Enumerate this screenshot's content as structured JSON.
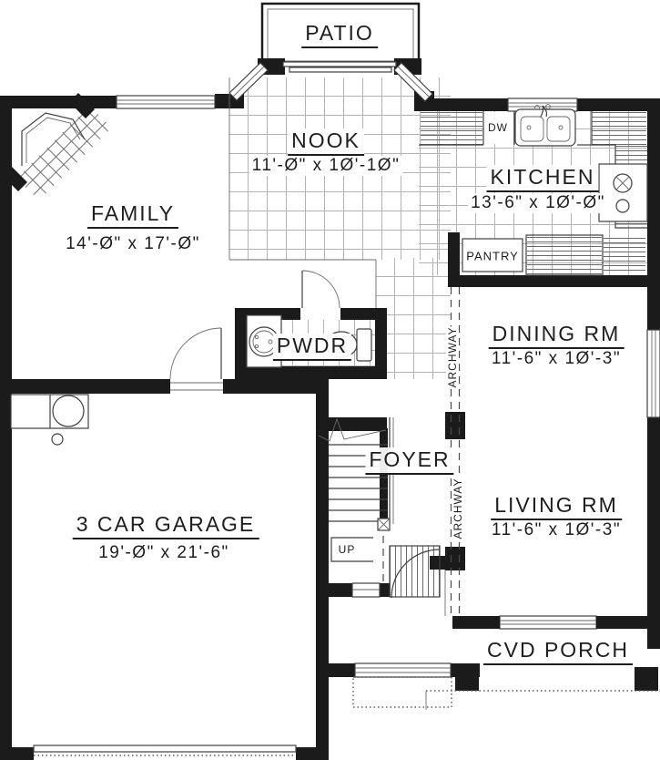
{
  "rooms": {
    "patio": {
      "name": "PATIO"
    },
    "nook": {
      "name": "NOOK",
      "dims": "11'-Ø\" x 1Ø'-1Ø\""
    },
    "kitchen": {
      "name": "KITCHEN",
      "dims": "13'-6\" x 1Ø'-Ø\""
    },
    "family": {
      "name": "FAMILY",
      "dims": "14'-Ø\" x 17'-Ø\""
    },
    "pantry": {
      "name": "PANTRY"
    },
    "powder": {
      "name": "PWDR"
    },
    "dining": {
      "name": "DINING RM",
      "dims": "11'-6\" x 1Ø'-3\""
    },
    "foyer": {
      "name": "FOYER"
    },
    "garage": {
      "name": "3 CAR GARAGE",
      "dims": "19'-Ø\" x 21'-6\""
    },
    "living": {
      "name": "LIVING RM",
      "dims": "11'-6\" x 1Ø'-3\""
    },
    "porch": {
      "name": "CVD PORCH"
    }
  },
  "labels": {
    "archway": "ARCHWAY",
    "up": "UP",
    "dishwasher": "DW"
  },
  "colors": {
    "wall": "#1b1b1b",
    "line": "#3f3f3f",
    "tile": "#b3b3b3"
  }
}
